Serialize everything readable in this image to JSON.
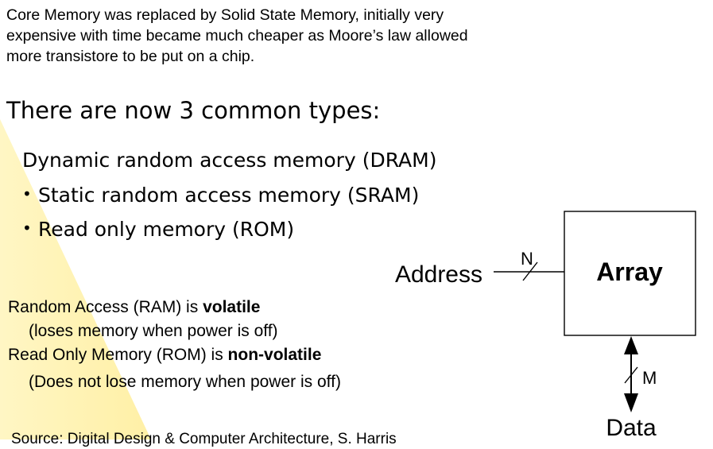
{
  "intro": {
    "lines": [
      "Core Memory was replaced by Solid State Memory, initially very",
      "expensive with time became much cheaper as Moore’s law allowed",
      "more transistore to be put on a chip."
    ]
  },
  "heading": "There are now 3 common types:",
  "types": {
    "dram": "Dynamic random access memory (DRAM)",
    "sram": "Static random access memory (SRAM)",
    "rom": "Read only memory (ROM)"
  },
  "notes": {
    "ram_prefix": "Random Access (RAM) is ",
    "ram_bold": "volatile",
    "ram_detail": "(loses memory when power is off)",
    "rom_prefix": "Read Only Memory (ROM) is ",
    "rom_bold": "non-volatile",
    "rom_detail": "(Does not lose memory when power is off)"
  },
  "diagram": {
    "block_label": "Array",
    "address_label": "Address",
    "address_width": "N",
    "data_label": "Data",
    "data_width": "M"
  },
  "footer": "Source: Digital Design & Computer Architecture, S. Harris",
  "colors": {
    "background": "#ffffff",
    "accent_wedge": "#fff2b3",
    "text": "#000000"
  }
}
